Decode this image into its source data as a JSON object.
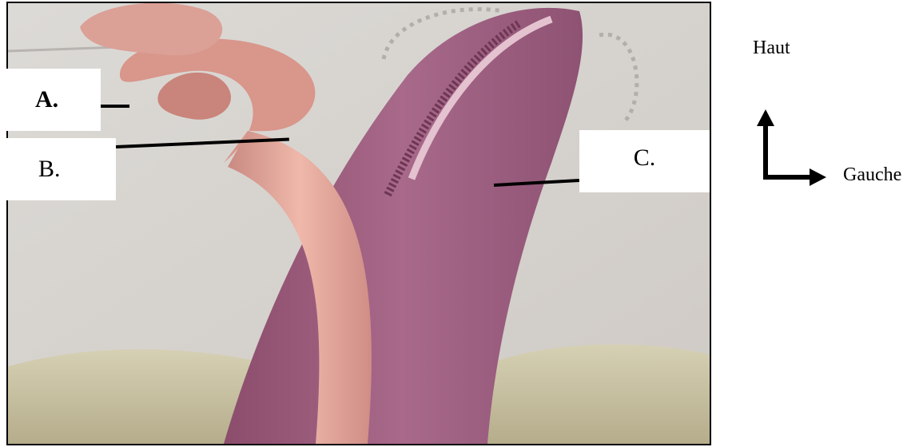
{
  "labels": {
    "a": "A.",
    "b": "B.",
    "c": "C."
  },
  "orientation": {
    "up_label": "Haut",
    "left_label": "Gauche"
  },
  "colors": {
    "background_wall": "#d9d6d2",
    "tongue_purple": "#9c5a7a",
    "pink_vessel": "#dfa196",
    "base_tissue": "#cbc3a3",
    "leader_line": "#000000"
  }
}
